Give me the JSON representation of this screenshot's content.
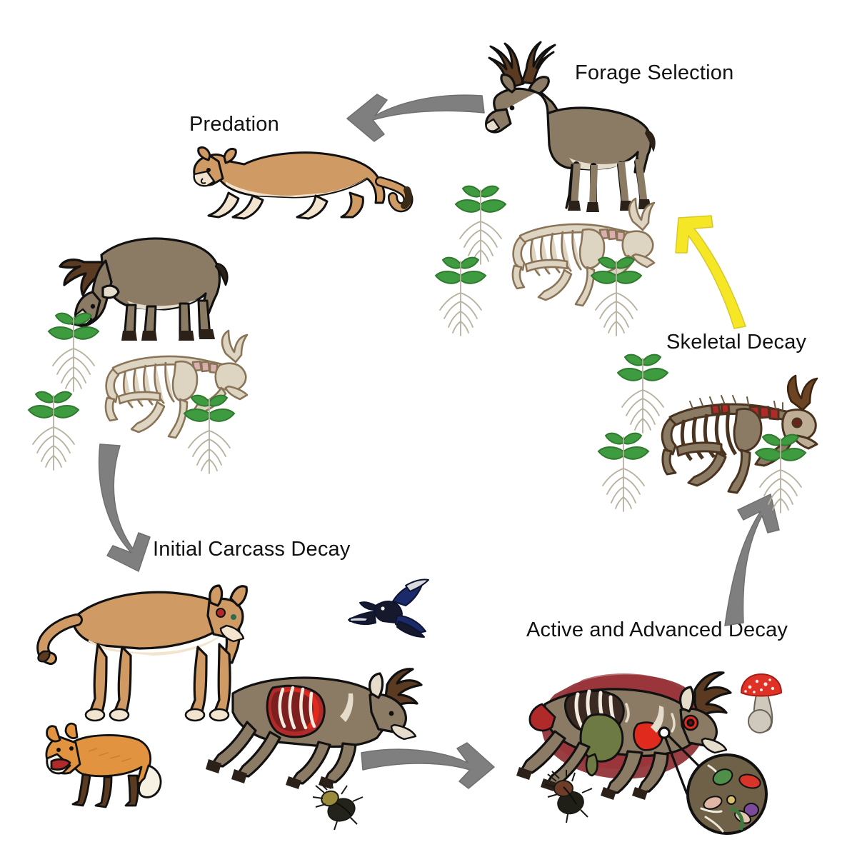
{
  "figure": {
    "type": "cycle-diagram",
    "title": "Deer carcass decomposition and nutrient cycle",
    "background_color": "#ffffff",
    "direction": "clockwise-then-up"
  },
  "labels": {
    "forage_selection": "Forage Selection",
    "predation": "Predation",
    "initial_carcass_decay": "Initial Carcass Decay",
    "active_advanced_decay": "Active and Advanced Decay",
    "skeletal_decay": "Skeletal Decay"
  },
  "stages": [
    {
      "id": "forage-selection",
      "label": "Forage Selection",
      "elements": [
        "standing-buck",
        "deer-skeleton-bleached",
        "seedling-plant",
        "seedling-plant",
        "seedling-plant"
      ]
    },
    {
      "id": "predation",
      "label": "Predation",
      "elements": [
        "stalking-cougar",
        "grazing-buck",
        "deer-skeleton-bleached",
        "seedling-plant",
        "seedling-plant",
        "seedling-plant"
      ]
    },
    {
      "id": "initial-carcass-decay",
      "label": "Initial Carcass Decay",
      "elements": [
        "standing-cougar",
        "red-fox",
        "deer-carcass-open-ribs",
        "magpie",
        "carrion-beetle"
      ]
    },
    {
      "id": "active-advanced-decay",
      "label": "Active and Advanced Decay",
      "elements": [
        "bloated-deer-carcass",
        "decomposition-stain",
        "amanita-mushroom",
        "carrion-beetle",
        "microbe-magnifier"
      ]
    },
    {
      "id": "skeletal-decay",
      "label": "Skeletal Decay",
      "elements": [
        "deer-skeleton-furred",
        "seedling-plant",
        "seedling-plant",
        "seedling-plant"
      ]
    }
  ],
  "arrows": [
    {
      "id": "arrow-forage-to-predation",
      "color": "#7f7f7f",
      "direction": "right-to-left",
      "from": "Forage Selection",
      "to": "Predation"
    },
    {
      "id": "arrow-predation-to-initial",
      "color": "#7f7f7f",
      "direction": "top-to-bottom",
      "from": "Predation",
      "to": "Initial Carcass Decay"
    },
    {
      "id": "arrow-initial-to-active",
      "color": "#7f7f7f",
      "direction": "left-to-right",
      "from": "Initial Carcass Decay",
      "to": "Active and Advanced Decay"
    },
    {
      "id": "arrow-active-to-skeletal",
      "color": "#7f7f7f",
      "direction": "bottom-to-top",
      "from": "Active and Advanced Decay",
      "to": "Skeletal Decay"
    },
    {
      "id": "arrow-skeletal-to-forage",
      "color": "#f5e626",
      "direction": "bottom-right-to-top-left",
      "from": "Skeletal Decay",
      "to": "Forage Selection"
    }
  ],
  "palette": {
    "arrow_gray": "#7f7f7f",
    "arrow_yellow": "#f5e626",
    "deer_body": "#8b7a64",
    "deer_belly": "#e6dccb",
    "antler_brown": "#5a3a20",
    "cougar_body": "#cf9a64",
    "cougar_belly": "#f2e4cf",
    "fox_body": "#e2933f",
    "fox_white": "#f7f1e4",
    "bone_light": "#ded4c2",
    "bone_dark": "#8a7458",
    "blood_red": "#b02a2a",
    "stain_maroon": "#8e2f33",
    "bloat_green": "#6e7a43",
    "leaf_green": "#3f9b3f",
    "leaf_dark": "#2f7a2f",
    "root_gray": "#c9c3b4",
    "mushroom_red": "#e03127",
    "magpie_blue": "#1b2a6b",
    "outline": "#111111",
    "text": "#111111"
  }
}
